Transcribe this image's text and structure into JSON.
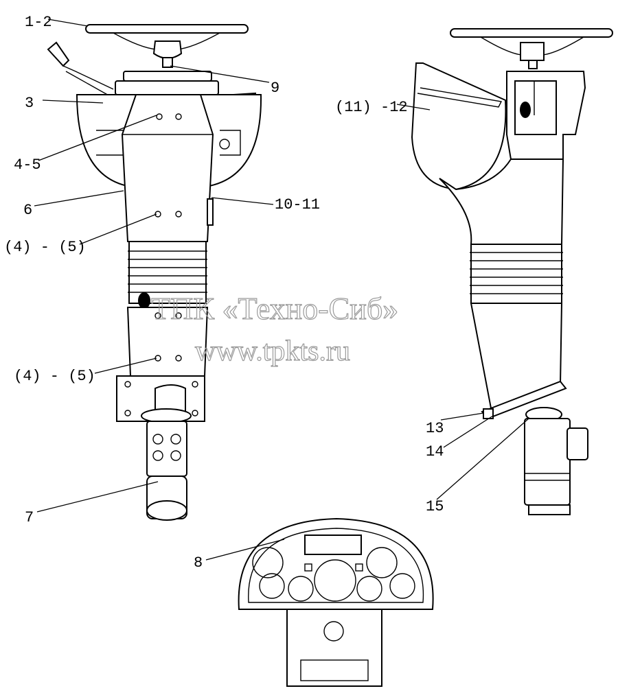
{
  "labels": {
    "l_1_2": "1-2",
    "l_9": "9",
    "l_3": "3",
    "l_4_5": "4-5",
    "l_6": "6",
    "l_10_11": "10-11",
    "l_4_5_mid": "(4) - (5)",
    "l_4_5_low": "(4) - (5)",
    "l_7": "7",
    "l_11_12": "(11) -12",
    "l_13": "13",
    "l_14": "14",
    "l_15": "15",
    "l_8": "8"
  },
  "watermark": {
    "line1": "ТПК «Техно-Сиб»",
    "line2": "www.tpkts.ru"
  }
}
